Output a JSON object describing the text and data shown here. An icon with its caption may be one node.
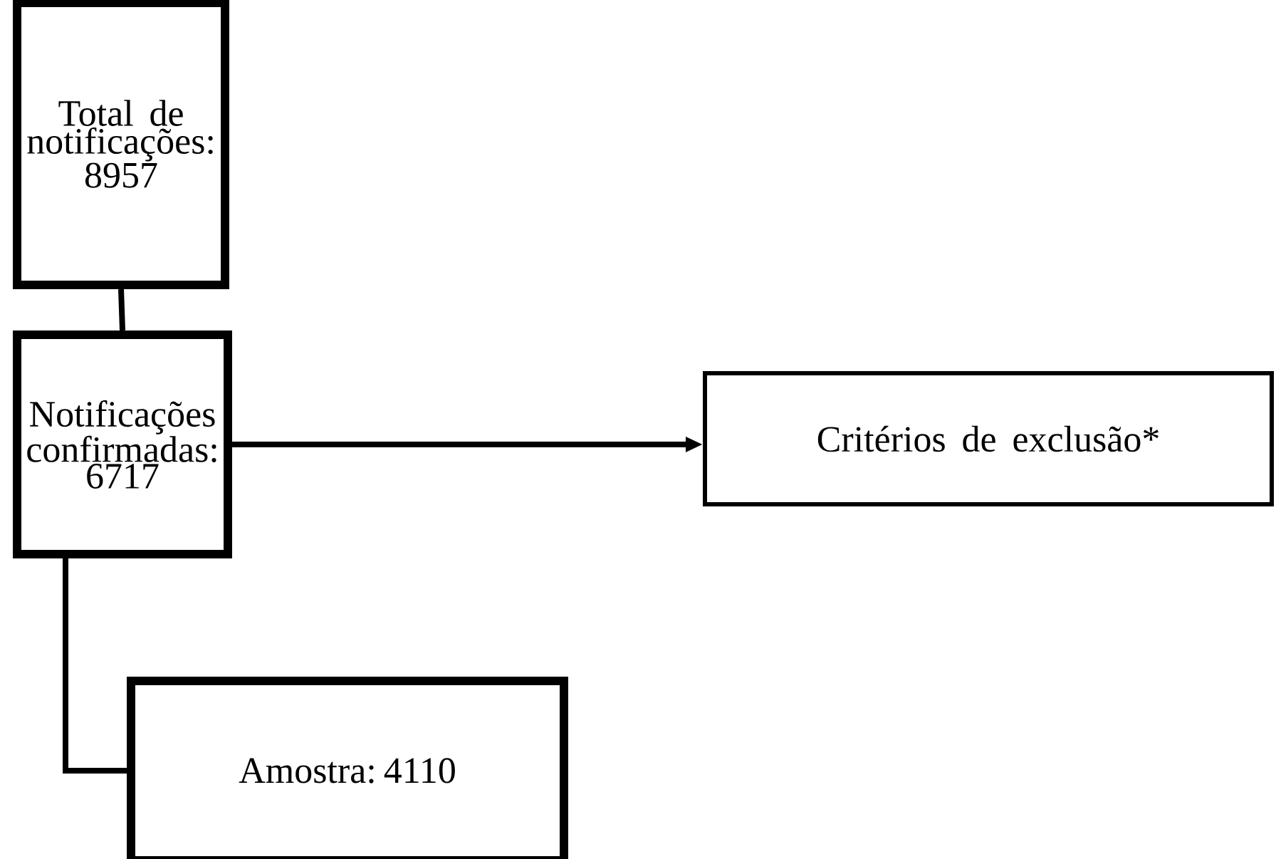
{
  "diagram": {
    "nodes": [
      {
        "text": [
          "Total de notificações: 8957"
        ]
      },
      {
        "text": [
          "Notificações confirmadas: 6717"
        ]
      },
      {
        "text": [
          "Critérios de exclusão*"
        ]
      },
      {
        "text": [
          "Amostra: 4110"
        ]
      }
    ],
    "edges": [
      {
        "from": 0,
        "to": 1,
        "arrow": "none"
      },
      {
        "from": 1,
        "to": 2,
        "arrow": "to"
      },
      {
        "from": 1,
        "to": 3,
        "arrow": "none"
      }
    ]
  }
}
